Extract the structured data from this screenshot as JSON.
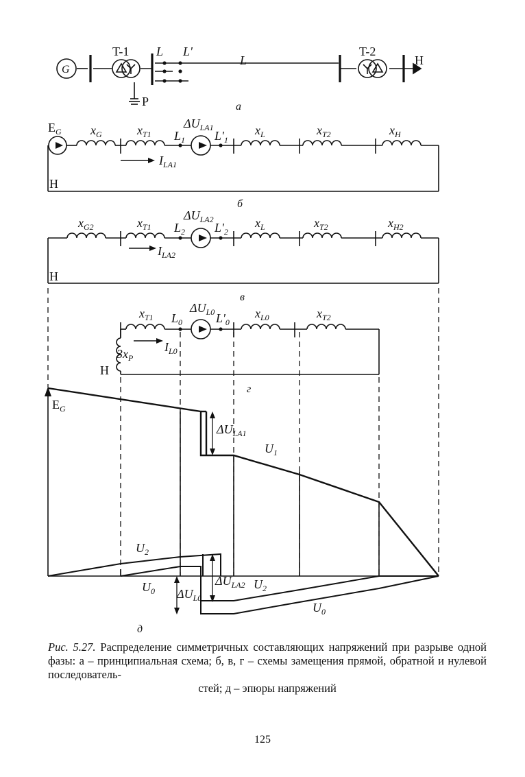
{
  "scheme_a": {
    "t1": "T-1",
    "t2": "T-2",
    "l": "L",
    "l_prime": "L'",
    "line": "L",
    "load": "Н",
    "reactor": "Р",
    "sub": "а",
    "g_symbol": "G",
    "delta": "Δ",
    "wye": "Y"
  },
  "scheme_b": {
    "eg": "E",
    "eg_sub": "G",
    "xg": "x",
    "xg_sub": "G",
    "xt1": "x",
    "xt1_sub": "T1",
    "du": "ΔU",
    "du_sub": "LA1",
    "l1": "L",
    "l1_sub": "1",
    "l1p": "L'",
    "l1p_sub": "1",
    "xl": "x",
    "xl_sub": "L",
    "xt2": "x",
    "xt2_sub": "T2",
    "xh": "x",
    "xh_sub": "Н",
    "i": "I",
    "i_sub": "LA1",
    "n": "Н",
    "sub": "б"
  },
  "scheme_v": {
    "xg2": "x",
    "xg2_sub": "G2",
    "xt1": "x",
    "xt1_sub": "T1",
    "du": "ΔU",
    "du_sub": "LA2",
    "l2": "L",
    "l2_sub": "2",
    "l2p": "L'",
    "l2p_sub": "2",
    "xl": "x",
    "xl_sub": "L",
    "xt2": "x",
    "xt2_sub": "T2",
    "xh2": "x",
    "xh2_sub": "Н2",
    "i": "I",
    "i_sub": "LA2",
    "n": "Н",
    "sub": "в"
  },
  "scheme_g": {
    "xt1": "x",
    "xt1_sub": "T1",
    "l0": "L",
    "l0_sub": "0",
    "du": "ΔU",
    "du_sub": "L0",
    "l0p": "L'",
    "l0p_sub": "0",
    "xl0": "x",
    "xl0_sub": "L0",
    "xt2": "x",
    "xt2_sub": "T2",
    "i": "I",
    "i_sub": "L0",
    "xp": "3x",
    "xp_sub": "Р",
    "n": "Н",
    "sub": "г"
  },
  "scheme_d": {
    "eg": "E",
    "eg_sub": "G",
    "du1": "ΔU",
    "du1_sub": "LA1",
    "u1": "U",
    "u1_sub": "1",
    "u2a": "U",
    "u2a_sub": "2",
    "u0a": "U",
    "u0a_sub": "0",
    "du0": "ΔU",
    "du0_sub": "L0",
    "du2": "ΔU",
    "du2_sub": "LA2",
    "u2b": "U",
    "u2b_sub": "2",
    "u0b": "U",
    "u0b_sub": "0",
    "sub": "д"
  },
  "caption": {
    "lead": "Рис. 5.27.",
    "text": " Распределение симметричных составляющих напряжений при разрыве одной фазы: а – принципиальная схема; б, в, г – схемы замещения прямой, обратной и нулевой последователь-",
    "last": "стей; д – эпюры напряжений"
  },
  "page_number": "125"
}
